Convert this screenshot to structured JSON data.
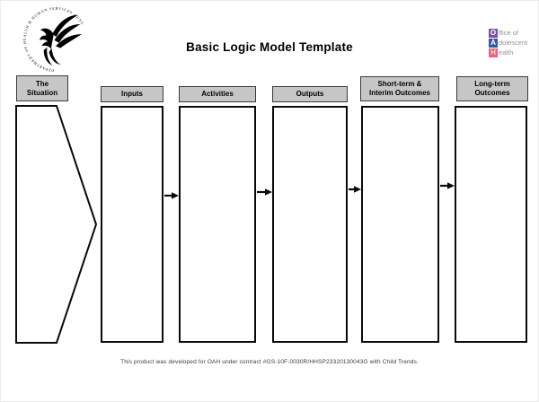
{
  "page_title": "Basic Logic Model Template",
  "hhs_logo": {
    "ring_text": "DEPARTMENT OF HEALTH & HUMAN SERVICES • USA"
  },
  "oah_logo": {
    "line1": {
      "initial": "O",
      "rest": "ffice of"
    },
    "line2": {
      "initial": "A",
      "rest": "dolescent"
    },
    "line3": {
      "initial": "H",
      "rest": "ealth"
    }
  },
  "diagram": {
    "headers": [
      {
        "label": "The\nSituation"
      },
      {
        "label": "Inputs"
      },
      {
        "label": "Activities"
      },
      {
        "label": "Outputs"
      },
      {
        "label": "Short-term &\nInterim Outcomes"
      },
      {
        "label": "Long-term\nOutcomes"
      }
    ]
  },
  "footer": {
    "text": "This product was developed for OAH under contract #GS-10F-0030R/HHSP23320130043G with Child Trends."
  },
  "colors": {
    "header_fill": "#c6c6c6",
    "oah_purple": "#7b4fa0",
    "oah_blue": "#2f5aa5",
    "oah_pink": "#e75a94",
    "oah_h_letter": "#f6ef9b",
    "oah_gray": "#939393"
  }
}
